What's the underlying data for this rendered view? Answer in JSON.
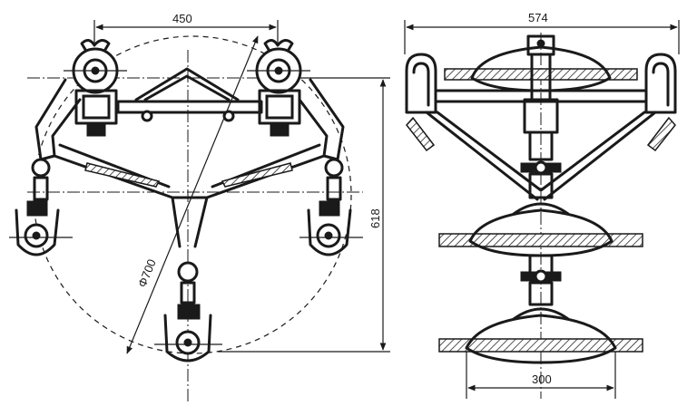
{
  "dimensions": {
    "front_width": "450",
    "side_width": "574",
    "height": "618",
    "circle_diameter": "Φ700",
    "bottom_width": "300"
  },
  "colors": {
    "ink": "#1a1a1a",
    "paper": "#ffffff"
  }
}
